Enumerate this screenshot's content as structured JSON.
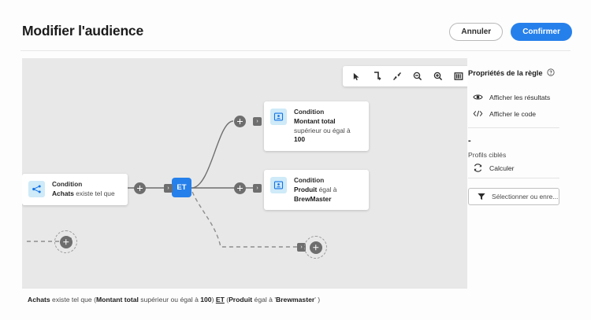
{
  "header": {
    "title": "Modifier l'audience",
    "cancel_label": "Annuler",
    "confirm_label": "Confirmer",
    "confirm_color": "#2680eb"
  },
  "toolbar": {
    "items": [
      {
        "name": "select-cursor-icon",
        "label": "Sélectionner"
      },
      {
        "name": "redo-arrow-icon",
        "label": "Rétablir"
      },
      {
        "name": "fit-to-screen-icon",
        "label": "Adapter à l'écran"
      },
      {
        "name": "zoom-out-icon",
        "label": "Zoom arrière"
      },
      {
        "name": "zoom-in-icon",
        "label": "Zoom avant"
      },
      {
        "name": "layout-panel-icon",
        "label": "Disposition"
      }
    ]
  },
  "canvas": {
    "nodes": {
      "achats": {
        "kind": "Condition",
        "text_bold": "Achats",
        "text_rest": " existe tel que",
        "icon": "share-nodes-icon"
      },
      "montant": {
        "kind": "Condition",
        "text_bold": "Montant total",
        "text_rest": " supérieur ou égal à ",
        "text_bold2": "100",
        "icon": "profile-card-icon"
      },
      "produit": {
        "kind": "Condition",
        "text_bold": "Produit",
        "text_rest": " égal à ",
        "text_bold2": "BrewMaster",
        "icon": "profile-card-icon"
      }
    },
    "operator": {
      "label": "ET",
      "color": "#2680eb"
    },
    "add_button_label": "+",
    "ghost_nodes": [
      {
        "name": "ghost-add-node-left"
      },
      {
        "name": "ghost-add-node-right"
      }
    ]
  },
  "expression": {
    "full": "Achats existe tel que (Montant total supérieur ou égal à 100) ET (Produit égal à 'Brewmaster' )",
    "p1_bold": "Achats",
    "p2": " existe tel que (",
    "p3_bold": "Montant total",
    "p4": " supérieur ou égal à ",
    "p5_bold": "100",
    "p6": ") ",
    "p7_op": "ET",
    "p8": " (",
    "p9_bold": "Produit",
    "p10": " égal à '",
    "p11_bold": "Brewmaster",
    "p12": "' )"
  },
  "sidebar": {
    "title": "Propriétés de la règle",
    "help_icon": "help-circle-icon",
    "items": [
      {
        "label": "Afficher les résultats",
        "icon": "eye-icon"
      },
      {
        "label": "Afficher le code",
        "icon": "code-brackets-icon"
      }
    ],
    "profile_count": "-",
    "profile_label": "Profils ciblés",
    "calculate_label": "Calculer",
    "calculate_icon": "refresh-icon",
    "select_button_label": "Sélectionner ou enre...",
    "select_button_icon": "funnel-icon"
  }
}
